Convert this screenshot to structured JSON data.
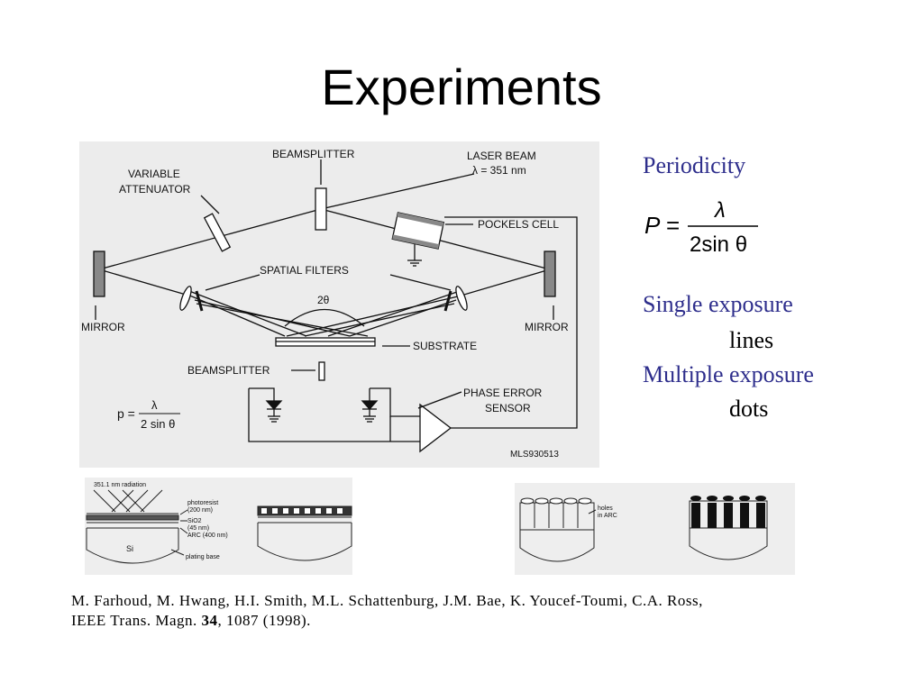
{
  "slide": {
    "title": "Experiments"
  },
  "setup": {
    "labels": {
      "beamsplitter_top": "BEAMSPLITTER",
      "laser_beam": "LASER BEAM",
      "wavelength": "λ = 351 nm",
      "variable": "VARIABLE",
      "attenuator": "ATTENUATOR",
      "pockels_cell": "POCKELS CELL",
      "spatial_filters": "SPATIAL FILTERS",
      "two_theta": "2θ",
      "mirror_left": "MIRROR",
      "mirror_right": "MIRROR",
      "substrate": "SUBSTRATE",
      "beamsplitter_bottom": "BEAMSPLITTER",
      "phase_error": "PHASE ERROR",
      "sensor": "SENSOR",
      "formula_p": "p =",
      "formula_num": "λ",
      "formula_den": "2 sin θ",
      "figure_id": "MLS930513"
    }
  },
  "panel": {
    "periodicity": "Periodicity",
    "formula": {
      "lhs": "P =",
      "numerator": "λ",
      "denominator": "2sin θ"
    },
    "single_exposure": "Single exposure",
    "lines": "lines",
    "multiple_exposure": "Multiple exposure",
    "dots": "dots"
  },
  "process_left": {
    "radiation": "351.1 nm radiation",
    "photoresist": "photoresist",
    "photoresist_thk": "(200 nm)",
    "sio2": "SiO2",
    "sio2_thk": "(45 nm)",
    "arc": "ARC (400 nm)",
    "si": "Si",
    "plating": "plating base"
  },
  "process_right": {
    "holes": "holes",
    "in_arc": "in ARC"
  },
  "citation": {
    "line1": "M. Farhoud, M. Hwang, H.I. Smith, M.L. Schattenburg, J.M. Bae, K. Youcef-Toumi, C.A. Ross,",
    "line2_prefix": "IEEE Trans. Magn. ",
    "volume": "34",
    "line2_suffix": ", 1087 (1998)."
  }
}
